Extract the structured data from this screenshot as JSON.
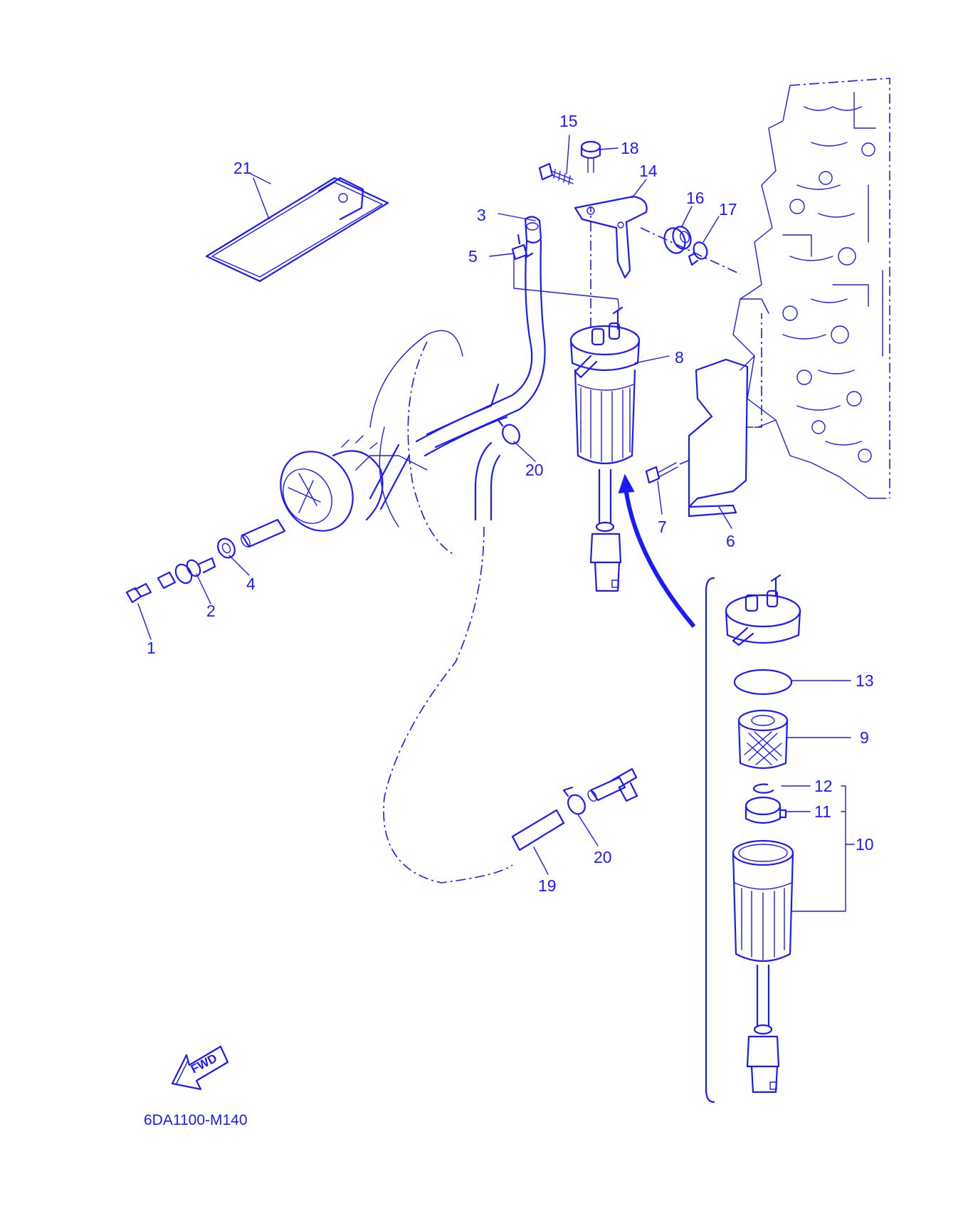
{
  "diagram": {
    "code": "6DA1100-M140",
    "fwd_label": "FWD",
    "color": "#1a1aff",
    "callouts": [
      "1",
      "2",
      "3",
      "4",
      "5",
      "6",
      "7",
      "8",
      "9",
      "10",
      "11",
      "12",
      "13",
      "14",
      "15",
      "16",
      "17",
      "18",
      "19",
      "20",
      "20",
      "21"
    ]
  }
}
